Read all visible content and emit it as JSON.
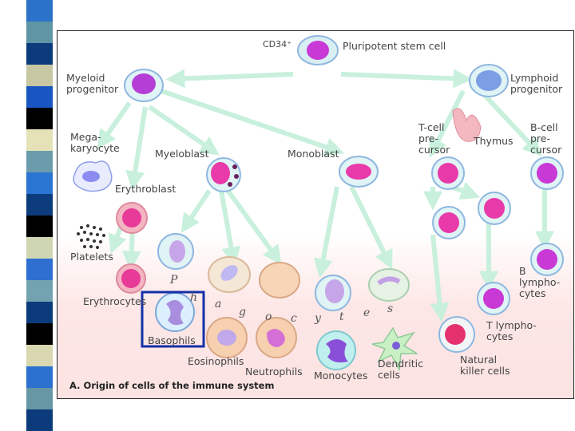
{
  "strip_colors": [
    "#2b73c8",
    "#5f95a5",
    "#0c3b7c",
    "#c7c7a3",
    "#1a56c2",
    "#000000",
    "#e5e2b8",
    "#6b9cab",
    "#2a75d1",
    "#0d3c7c",
    "#000000",
    "#cfd6b2",
    "#2f6fd1",
    "#73a3b0",
    "#0c3b7c",
    "#000000",
    "#d9d8b0",
    "#2c71cf",
    "#6796a5",
    "#0c3b7c"
  ],
  "labels": {
    "cd34": "CD34⁺",
    "pluripotent": "Pluripotent stem cell",
    "myeloid": "Myeloid\nprogenitor",
    "lymphoid": "Lymphoid\nprogenitor",
    "megakaryocyte": "Mega-\nkaryocyte",
    "myeloblast": "Myeloblast",
    "monoblast": "Monoblast",
    "tcell_precursor": "T-cell\npre-\ncursor",
    "thymus": "Thymus",
    "bcell_precursor": "B-cell\npre-\ncursor",
    "erythroblast": "Erythroblast",
    "platelets": "Platelets",
    "erythrocytes": "Erythrocytes",
    "basophils": "Basophils",
    "eosinophils": "Eosinophils",
    "neutrophils": "Neutrophils",
    "monocytes": "Monocytes",
    "dendritic": "Dendritic\ncells",
    "natural_killer": "Natural\nkiller cells",
    "t_lymphocytes": "T lympho-\ncytes",
    "b_lymphocytes": "B\nlympho-\ncytes",
    "title": "A. Origin of cells of the immune system"
  },
  "phagocytes_letters": [
    "P",
    "h",
    "a",
    "g",
    "o",
    "c",
    "y",
    "t",
    "e",
    "s"
  ],
  "colors": {
    "arrow": "#c8f0dc",
    "nucleus": "#d63cd9",
    "membrane": "#7fa9e0",
    "highlight_box": "#1430a8"
  }
}
